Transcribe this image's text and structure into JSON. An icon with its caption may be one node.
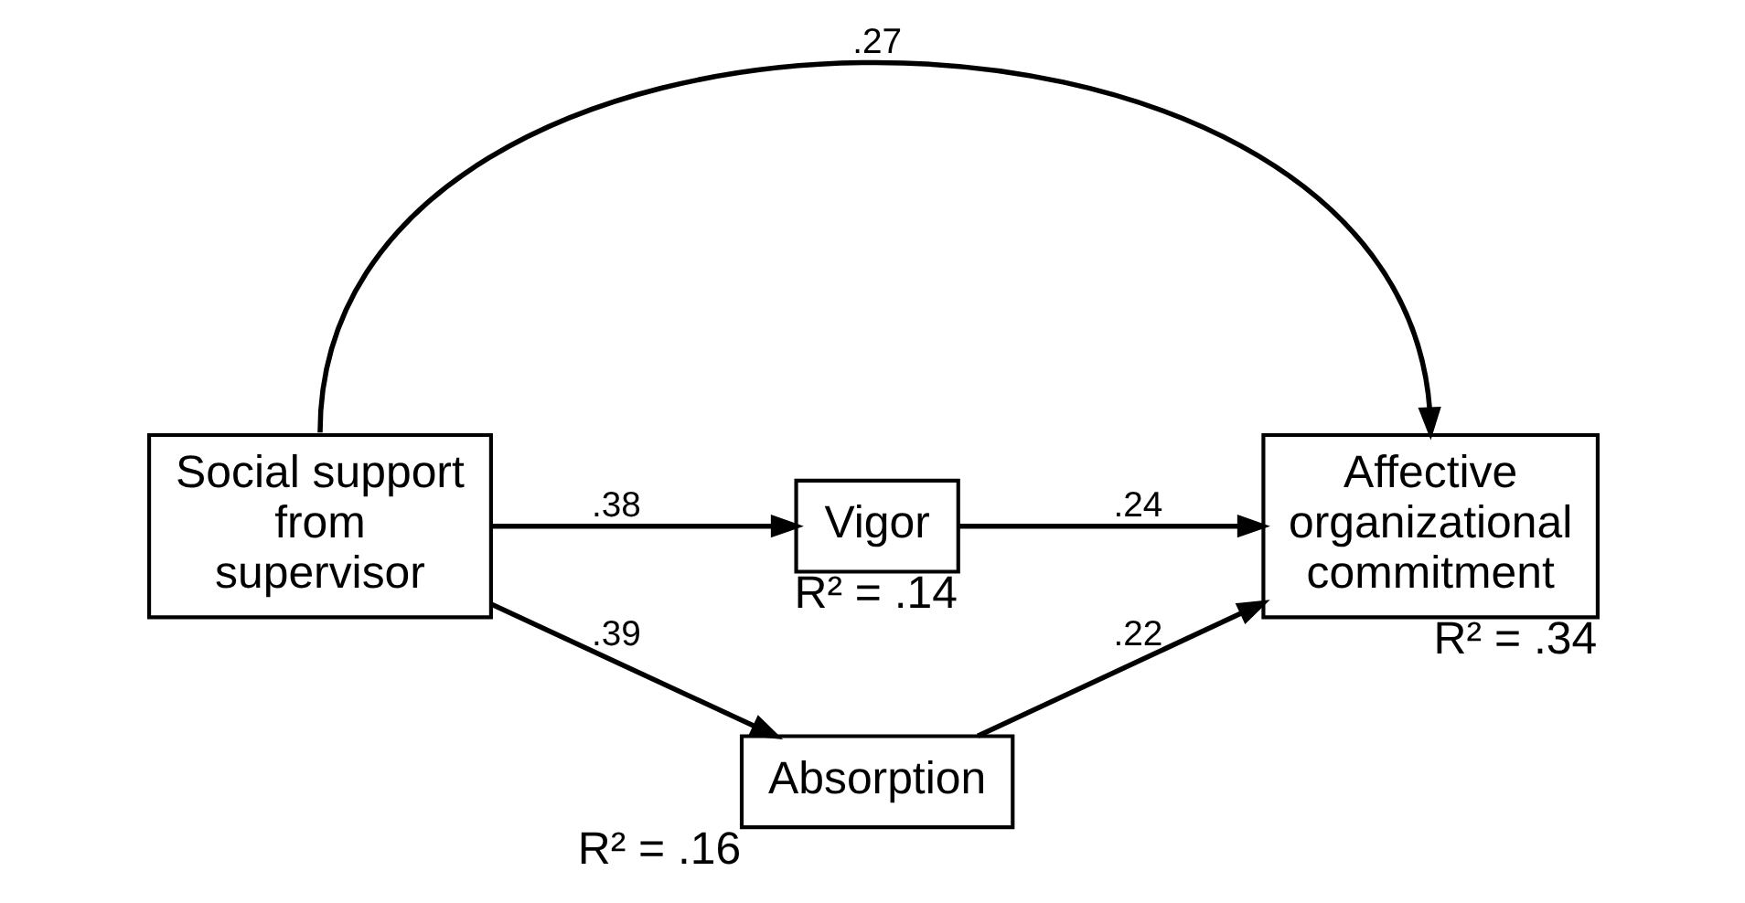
{
  "diagram": {
    "nodes": [
      {
        "text": [
          "Social support from supervisor"
        ]
      },
      {
        "text": [
          "Vigor"
        ],
        "beside": [
          "R² = .14"
        ]
      },
      {
        "text": [
          "Absorption"
        ],
        "beside": [
          "R² = .16"
        ]
      },
      {
        "text": [
          "Affective organizational commitment"
        ],
        "beside": [
          "R² = .34"
        ]
      }
    ],
    "edges": [
      {
        "from": 0,
        "to": 3,
        "arrow": "to",
        "label": ".27"
      },
      {
        "from": 0,
        "to": 1,
        "arrow": "to",
        "label": ".38"
      },
      {
        "from": 0,
        "to": 2,
        "arrow": "to",
        "label": ".39"
      },
      {
        "from": 1,
        "to": 3,
        "arrow": "to",
        "label": ".24"
      },
      {
        "from": 2,
        "to": 3,
        "arrow": "to",
        "label": ".22"
      }
    ]
  }
}
